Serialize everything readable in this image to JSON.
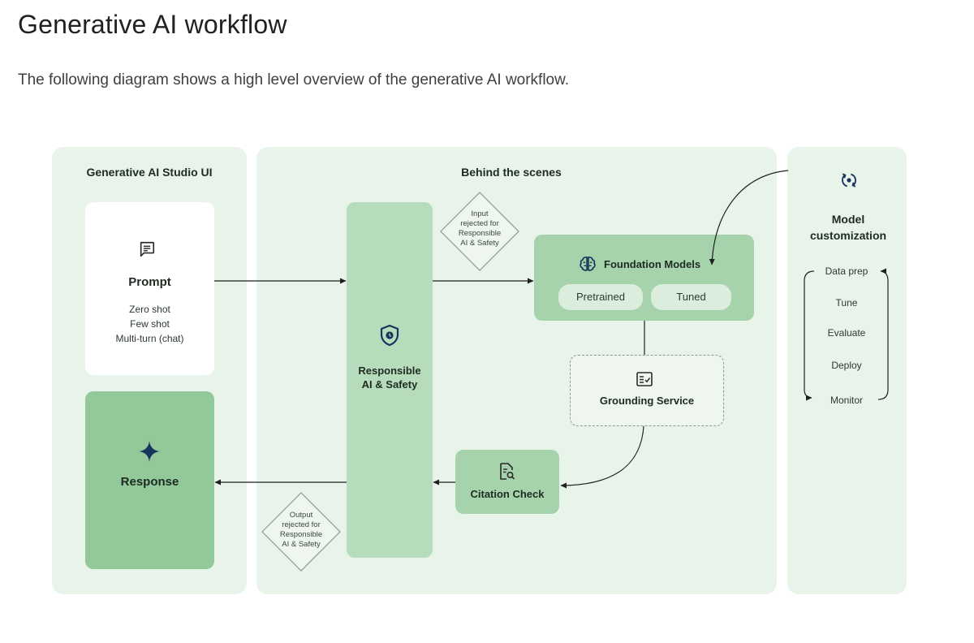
{
  "header": {
    "title": "Generative AI workflow",
    "description": "The following diagram shows a high level overview of the generative AI workflow."
  },
  "studio_panel": {
    "title": "Generative AI Studio UI",
    "prompt": {
      "title": "Prompt",
      "items": [
        "Zero shot",
        "Few shot",
        "Multi-turn (chat)"
      ],
      "icon": "chat-icon"
    },
    "response": {
      "title": "Response",
      "icon": "sparkle-icon"
    }
  },
  "behind_panel": {
    "title": "Behind the scenes",
    "safety": {
      "title_line1": "Responsible",
      "title_line2": "AI & Safety",
      "icon": "shield-clock-icon"
    },
    "input_rejected": {
      "lines": [
        "Input",
        "rejected for",
        "Responsible",
        "AI & Safety"
      ]
    },
    "output_rejected": {
      "lines": [
        "Output",
        "rejected for",
        "Responsible",
        "AI & Safety"
      ]
    },
    "foundation": {
      "title": "Foundation Models",
      "icon": "brain-icon",
      "options": [
        "Pretrained",
        "Tuned"
      ]
    },
    "grounding": {
      "title": "Grounding Service",
      "icon": "checklist-icon"
    },
    "citation": {
      "title": "Citation Check",
      "icon": "document-search-icon"
    }
  },
  "customization_panel": {
    "title_line1": "Model",
    "title_line2": "customization",
    "icon": "cycle-icon",
    "steps": [
      "Data prep",
      "Tune",
      "Evaluate",
      "Deploy",
      "Monitor"
    ]
  },
  "colors": {
    "panel_bg": "#e8f3e9",
    "dark_green": "#93c89a",
    "mid_green": "#b7dcbb",
    "pill_bg": "#dbeedd",
    "icon_dark": "#17355a"
  }
}
